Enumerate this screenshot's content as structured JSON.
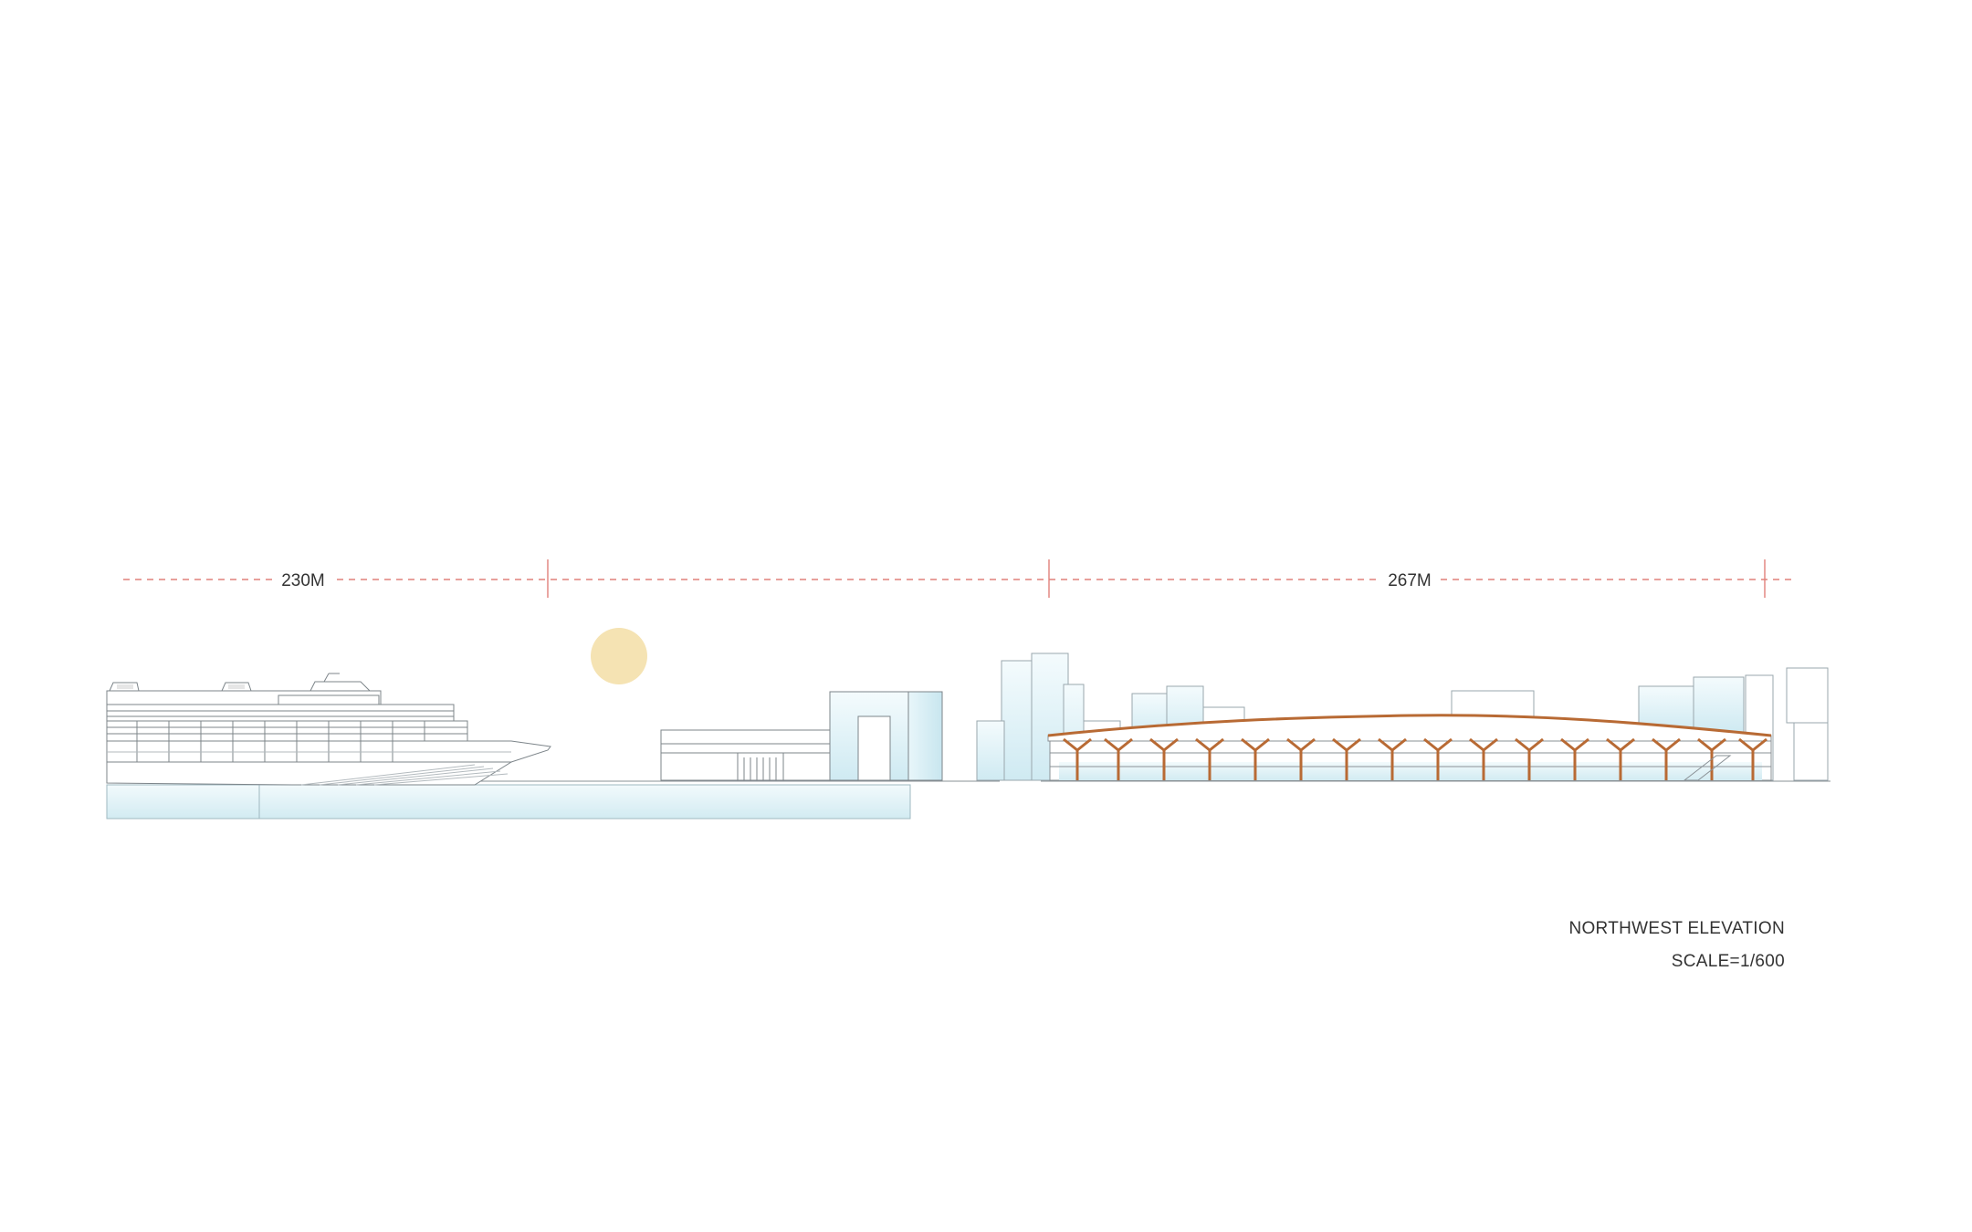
{
  "drawing": {
    "title": "NORTHWEST ELEVATION",
    "scale": "SCALE=1/600"
  },
  "dimensions": [
    {
      "label": "230M"
    },
    {
      "label": "267M"
    }
  ],
  "colors": {
    "dimension_line": "#e0807a",
    "sun": "#f5e3b3",
    "glass": "#d6eef3",
    "water": "#dff1f6",
    "structure_line": "#8a9196",
    "roof_columns": "#b86a34"
  },
  "elements": {
    "sun": "sun",
    "ship": "cruise-ship",
    "pier": "pier",
    "terminal": "terminal-building",
    "skyline": "background-skyline"
  }
}
